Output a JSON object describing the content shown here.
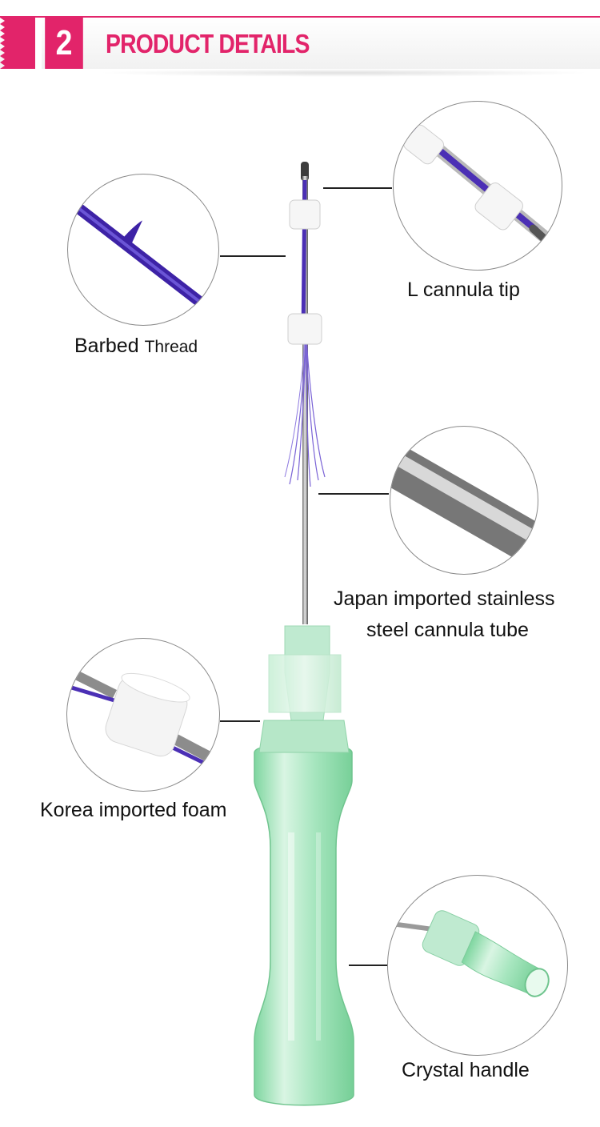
{
  "header": {
    "number": "2",
    "title": "PRODUCT DETAILS"
  },
  "labels": {
    "l_cannula_tip": "L cannula tip",
    "barbed_a": "Barbed",
    "barbed_b": "Thread",
    "steel_tube_line1": "Japan imported stainless",
    "steel_tube_line2": "steel cannula tube",
    "foam": "Korea imported foam",
    "handle": "Crystal handle"
  },
  "colors": {
    "accent": "#e2246a",
    "thread": "#4b2fb5",
    "handle": "#9ee0b4"
  }
}
